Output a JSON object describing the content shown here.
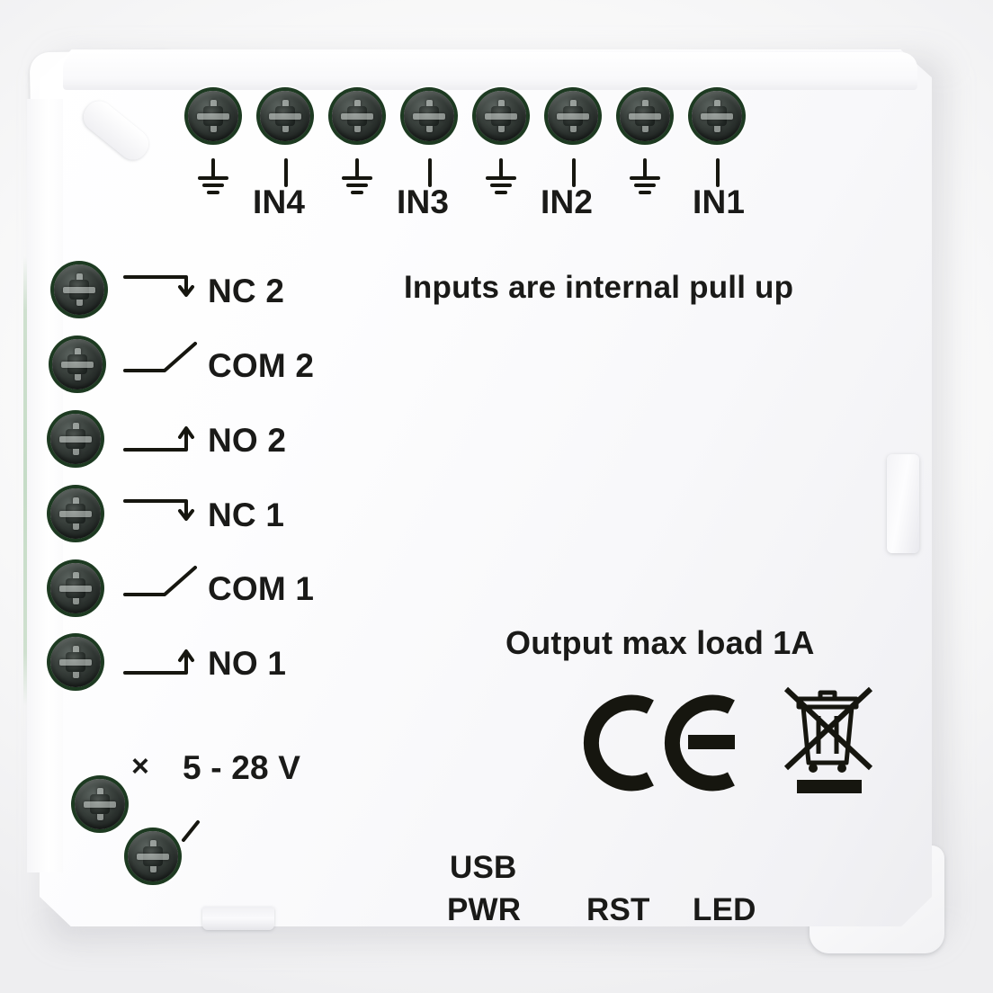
{
  "device": {
    "name": "relay-input-module-faceplate",
    "body_color": "#fdfdfe",
    "screw_ring_color": "#1d3a21",
    "ink_color": "#16160f"
  },
  "top_terminals": {
    "screw_count": 8,
    "pairs": [
      {
        "ground_symbol": "ground-icon",
        "signal_symbol": "line-icon",
        "label": "IN4"
      },
      {
        "ground_symbol": "ground-icon",
        "signal_symbol": "line-icon",
        "label": "IN3"
      },
      {
        "ground_symbol": "ground-icon",
        "signal_symbol": "line-icon",
        "label": "IN2"
      },
      {
        "ground_symbol": "ground-icon",
        "signal_symbol": "line-icon",
        "label": "IN1"
      }
    ]
  },
  "left_terminals": [
    {
      "label": "NC 2",
      "symbol": "relay-nc-icon"
    },
    {
      "label": "COM 2",
      "symbol": "relay-com-icon"
    },
    {
      "label": "NO 2",
      "symbol": "relay-no-icon"
    },
    {
      "label": "NC 1",
      "symbol": "relay-nc-icon"
    },
    {
      "label": "COM 1",
      "symbol": "relay-com-icon"
    },
    {
      "label": "NO 1",
      "symbol": "relay-no-icon"
    }
  ],
  "power": {
    "plus_symbol": "×",
    "minus_symbol": "⁄",
    "voltage_label": "5 - 28 V"
  },
  "notes": {
    "inputs": "Inputs are internal pull up",
    "output": "Output max load 1A"
  },
  "certifications": {
    "ce_mark": "CE",
    "weee_mark": "crossed-out-wheelie-bin-icon"
  },
  "bottom_labels": {
    "usb": "USB",
    "pwr": "PWR",
    "rst": "RST",
    "led": "LED"
  }
}
